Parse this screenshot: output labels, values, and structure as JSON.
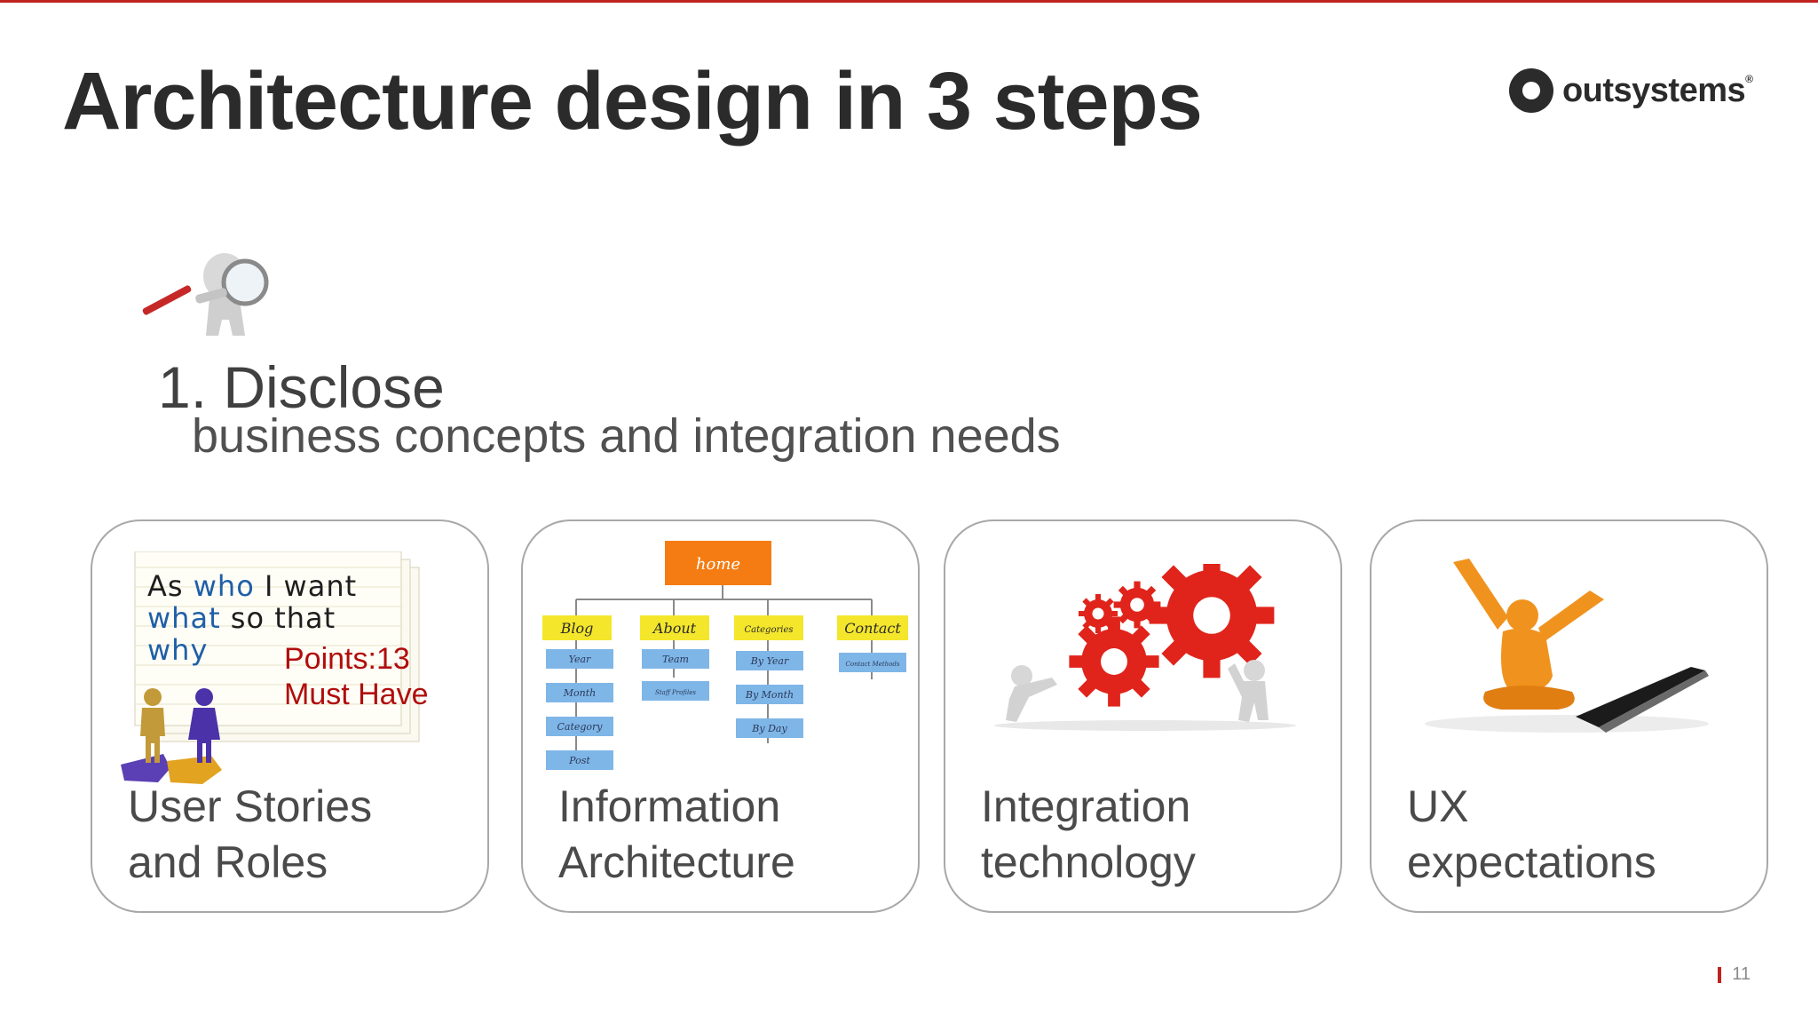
{
  "colors": {
    "accent": "#c0221f",
    "text": "#404040",
    "title": "#2b2b2b",
    "card_border": "#a8a8a8"
  },
  "slide": {
    "title": "Architecture design in 3 steps",
    "page_number": "11"
  },
  "brand": {
    "name": "outsystems",
    "reg": "®",
    "icon": "outsystems-logo-icon"
  },
  "step": {
    "heading": "1. Disclose",
    "subtitle": "business concepts and integration needs",
    "icon": "magnifier-figure-icon"
  },
  "cards": [
    {
      "label_line1": "User Stories",
      "label_line2": "and Roles",
      "note": {
        "l1a": "As ",
        "l1b": "who",
        "l1c": " I want",
        "l2a": "what",
        "l2b": " so that",
        "l3": "why",
        "points": "Points:13",
        "priority": "Must Have"
      }
    },
    {
      "label_line1": "Information",
      "label_line2": "Architecture",
      "sitemap": {
        "root": "home",
        "columns": [
          {
            "head": "Blog",
            "items": [
              "Year",
              "Month",
              "Category",
              "Post"
            ]
          },
          {
            "head": "About",
            "items": [
              "Team",
              "Staff Profiles"
            ]
          },
          {
            "head": "Categories",
            "items": [
              "By Year",
              "By Month",
              "By Day"
            ]
          },
          {
            "head": "Contact",
            "items": [
              "Contact Methods"
            ]
          }
        ]
      }
    },
    {
      "label_line1": "Integration",
      "label_line2": "technology",
      "icon": "gears-people-icon"
    },
    {
      "label_line1": "UX",
      "label_line2": "expectations",
      "icon": "happy-figure-laptop-icon"
    }
  ]
}
